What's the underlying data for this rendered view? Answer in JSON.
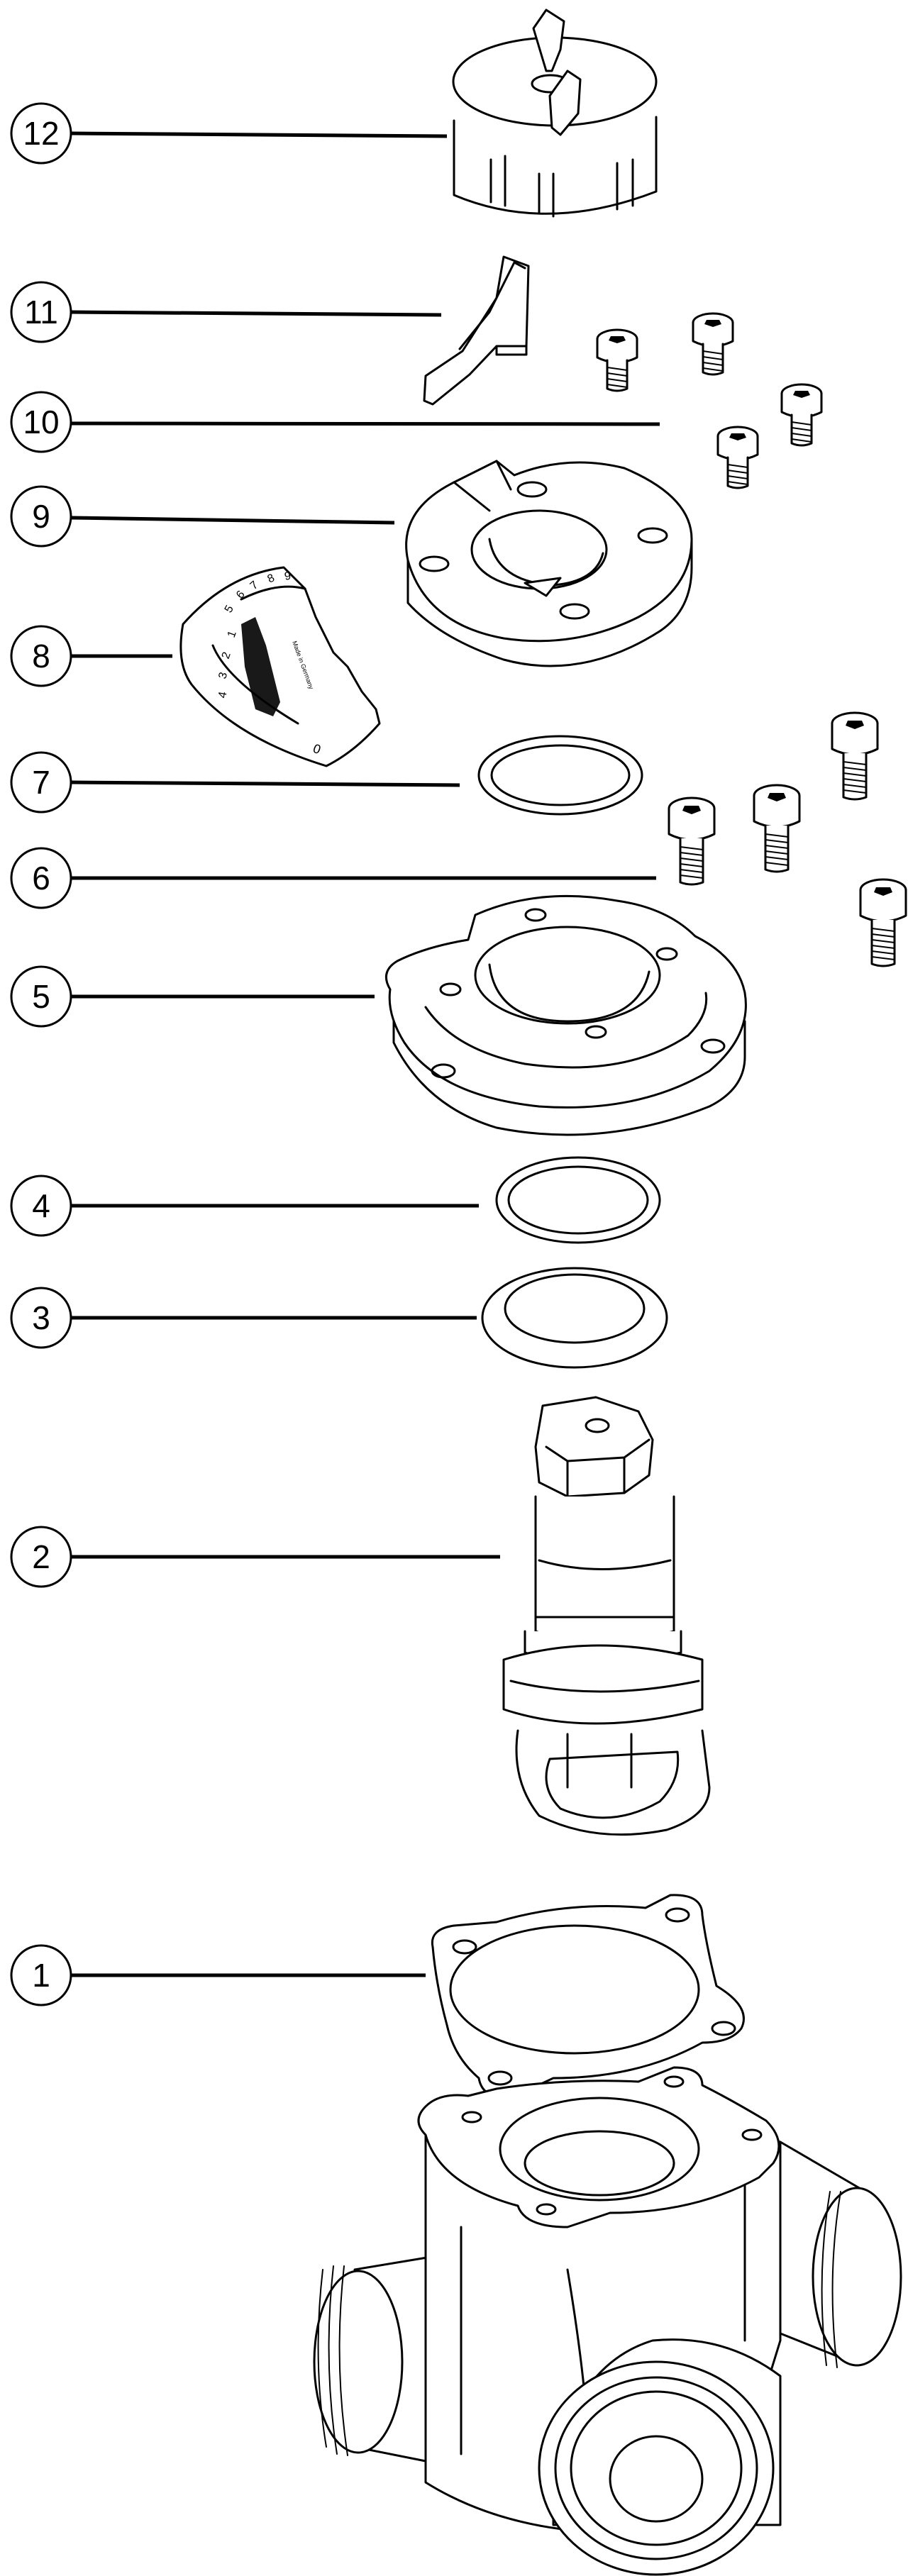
{
  "callouts": [
    "1",
    "2",
    "3",
    "4",
    "5",
    "6",
    "7",
    "8",
    "9",
    "10",
    "11",
    "12"
  ],
  "scale_marks": [
    "1",
    "2",
    "3",
    "4",
    "5",
    "6",
    "7",
    "8",
    "9",
    "0"
  ],
  "scale_brand": "Made in Germany"
}
